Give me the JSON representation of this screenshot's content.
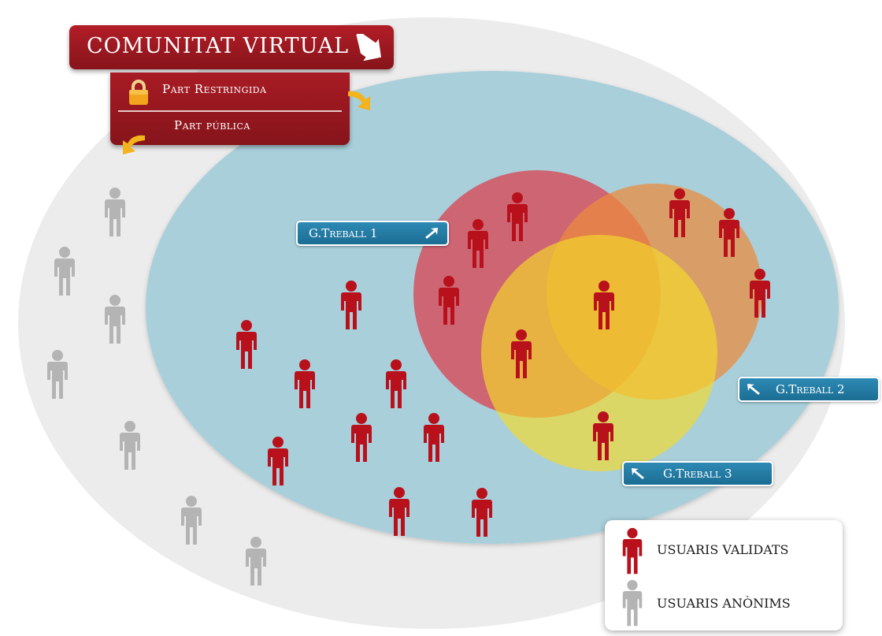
{
  "title": "COMUNITAT VIRTUAL",
  "menu": {
    "restricted_label": "Part Restringida",
    "public_label": "Part pública"
  },
  "groups": [
    {
      "label": "G.Treball 1",
      "color": "#dc3c4b"
    },
    {
      "label": "G.Treball 2",
      "color": "#eb8a3c"
    },
    {
      "label": "G.Treball 3",
      "color": "#f5dc28"
    }
  ],
  "legend": {
    "validated": "USUARIS VALIDATS",
    "anonymous": "USUARIS ANÒNIMS"
  },
  "colors": {
    "outer_area": "#ececec",
    "community_area": "#a9cfdb",
    "validated_user": "#b8111c",
    "anonymous_user": "#b4b4b4",
    "brand_red": "#9c1820",
    "label_blue": "#1f78a3",
    "arrow_yellow": "#f3b31c"
  },
  "icons": {
    "validated_user": "person-icon",
    "anonymous_user": "person-icon",
    "lock": "lock-icon",
    "arrow": "arrow-icon"
  }
}
